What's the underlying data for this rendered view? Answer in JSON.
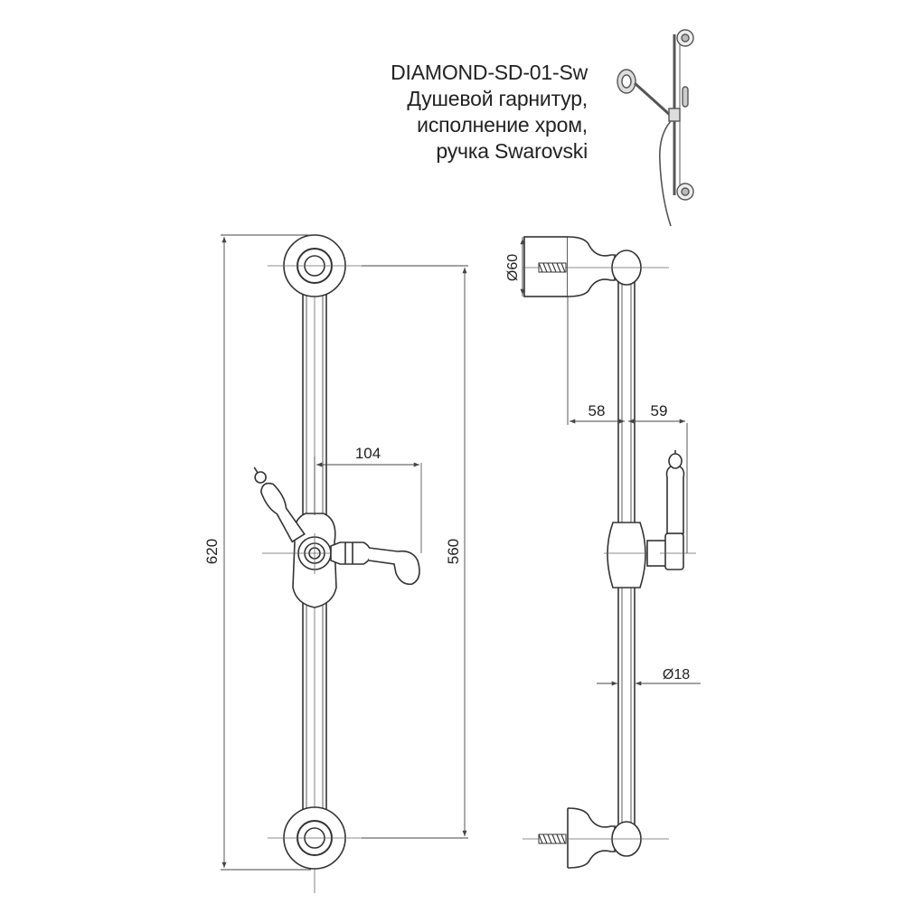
{
  "product": {
    "code": "DIAMOND-SD-01-Sw",
    "line1": "Душевой гарнитур,",
    "line2": "исполнение хром,",
    "line3": "ручка Swarovski"
  },
  "dimensions": {
    "total_height": "620",
    "mount_spacing": "560",
    "holder_reach": "104",
    "flange_diameter": "Ø60",
    "wall_to_bar": "58",
    "bar_to_holder": "59",
    "bar_diameter": "Ø18"
  },
  "colors": {
    "line": "#333333",
    "dimension_line": "#444444"
  }
}
